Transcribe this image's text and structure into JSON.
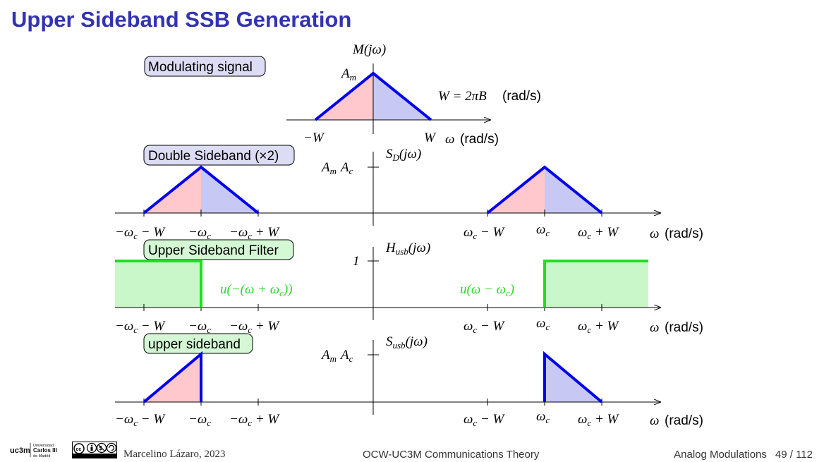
{
  "title": "Upper Sideband SSB Generation",
  "labels": {
    "modulating": "Modulating signal",
    "dsb": "Double Sideband (×2)",
    "usb_filter": "Upper Sideband Filter",
    "usb": "upper sideband"
  },
  "panel1": {
    "ylabel": "M(jω)",
    "amp": "A",
    "amp_sub": "m",
    "neg_w": "−W",
    "pos_w": "W",
    "x_unit_omega": "ω",
    "x_unit": "(rad/s)",
    "w_def": "W = 2πB",
    "w_def_unit": "(rad/s)"
  },
  "panel2": {
    "ylabel": "S",
    "ylabel_sub": "D",
    "ylabel_tail": "(jω)",
    "amp": "A",
    "amp_m": "m",
    "amp_a": "A",
    "amp_c": "c"
  },
  "panel3": {
    "ylabel": "H",
    "ylabel_sub": "usb",
    "ylabel_tail": "(jω)",
    "level": "1",
    "u_left": "u(−(ω + ω",
    "u_left_sub": "c",
    "u_left_tail": "))",
    "u_right": "u(ω − ω",
    "u_right_sub": "c",
    "u_right_tail": ")"
  },
  "panel4": {
    "ylabel": "S",
    "ylabel_sub": "usb",
    "ylabel_tail": "(jω)"
  },
  "ticks": {
    "l1": "−ω",
    "l1_tail": " − W",
    "l2": "−ω",
    "l3": "−ω",
    "l3_tail": " + W",
    "r1": "ω",
    "r1_tail": " − W",
    "r2": "ω",
    "r3": "ω",
    "r3_tail": " + W",
    "c": "c",
    "unit_omega": "ω",
    "unit": "(rad/s)"
  },
  "footer": {
    "author": "Marcelino Lázaro, 2023",
    "center": "OCW-UC3M Communications Theory",
    "section": "Analog Modulations",
    "page": "49 / 112",
    "logo_main": "uc3m",
    "logo_line1": "Universidad",
    "logo_line2": "Carlos III",
    "logo_line3": "de Madrid"
  },
  "colors": {
    "title": "#3333b2",
    "spectrum": "#0000ee",
    "filter": "#22dd22",
    "fill_red": "#ffc8cc",
    "fill_blue": "#c8c8f5",
    "fill_green": "#c9f7c9",
    "label_box": "#dcdcf4",
    "label_box_green": "#d4f7d4"
  }
}
